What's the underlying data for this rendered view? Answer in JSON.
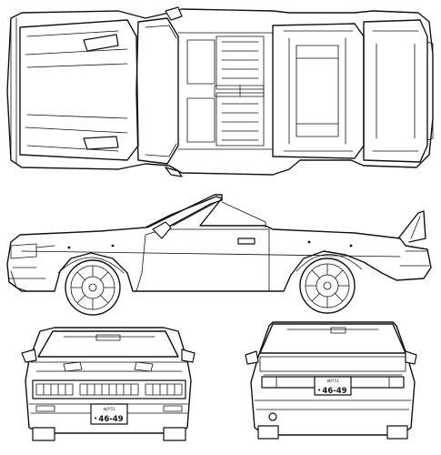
{
  "front_plate": {
    "region": "神戸51",
    "number": "46-49",
    "dot": "•"
  },
  "rear_plate": {
    "region": "神戸51",
    "number": "46-49",
    "dot": "•"
  }
}
